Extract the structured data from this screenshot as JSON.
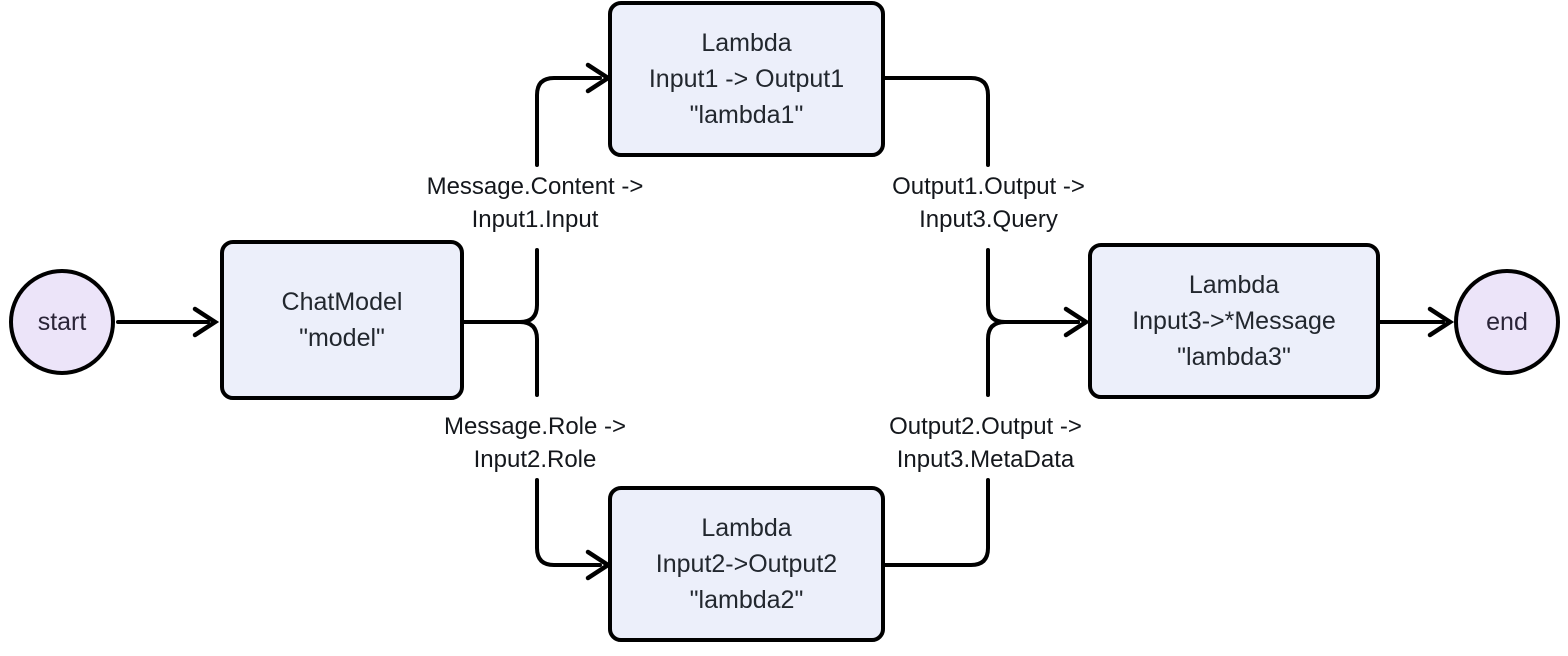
{
  "diagram": {
    "type": "flowchart",
    "direction": "left-to-right",
    "background_color": "#ffffff",
    "edge_color": "#000000",
    "node_fill": "#eceffa",
    "terminal_fill": "#ece4f9",
    "node_text_color": "#22272e",
    "nodes": [
      {
        "id": "start",
        "shape": "circle",
        "label": "start"
      },
      {
        "id": "model",
        "shape": "rounded-rect",
        "lines": [
          "ChatModel",
          "\"model\""
        ]
      },
      {
        "id": "lambda1",
        "shape": "rounded-rect",
        "lines": [
          "Lambda",
          "Input1 -> Output1",
          "\"lambda1\""
        ]
      },
      {
        "id": "lambda2",
        "shape": "rounded-rect",
        "lines": [
          "Lambda",
          "Input2->Output2",
          "\"lambda2\""
        ]
      },
      {
        "id": "lambda3",
        "shape": "rounded-rect",
        "lines": [
          "Lambda",
          "Input3->*Message",
          "\"lambda3\""
        ]
      },
      {
        "id": "end",
        "shape": "circle",
        "label": "end"
      }
    ],
    "edges": [
      {
        "id": "start-to-model",
        "from": "start",
        "to": "model",
        "label_lines": []
      },
      {
        "id": "model-to-lambda1",
        "from": "model",
        "to": "lambda1",
        "label_lines": [
          "Message.Content ->",
          "Input1.Input"
        ]
      },
      {
        "id": "model-to-lambda2",
        "from": "model",
        "to": "lambda2",
        "label_lines": [
          "Message.Role ->",
          "Input2.Role"
        ]
      },
      {
        "id": "lambda1-to-lambda3",
        "from": "lambda1",
        "to": "lambda3",
        "label_lines": [
          "Output1.Output ->",
          "Input3.Query"
        ]
      },
      {
        "id": "lambda2-to-lambda3",
        "from": "lambda2",
        "to": "lambda3",
        "label_lines": [
          "Output2.Output ->",
          "Input3.MetaData"
        ]
      },
      {
        "id": "lambda3-to-end",
        "from": "lambda3",
        "to": "end",
        "label_lines": []
      }
    ]
  },
  "text": {
    "start_label": "start",
    "end_label": "end",
    "model_line1": "ChatModel",
    "model_line2": "\"model\"",
    "lambda1_line1": "Lambda",
    "lambda1_line2": "Input1 -> Output1",
    "lambda1_line3": "\"lambda1\"",
    "lambda2_line1": "Lambda",
    "lambda2_line2": "Input2->Output2",
    "lambda2_line3": "\"lambda2\"",
    "lambda3_line1": "Lambda",
    "lambda3_line2": "Input3->*Message",
    "lambda3_line3": "\"lambda3\"",
    "edge_tl_line1": "Message.Content ->",
    "edge_tl_line2": "Input1.Input",
    "edge_bl_line1": "Message.Role ->",
    "edge_bl_line2": "Input2.Role",
    "edge_tr_line1": "Output1.Output ->",
    "edge_tr_line2": "Input3.Query",
    "edge_br_line1": "Output2.Output ->",
    "edge_br_line2": "Input3.MetaData"
  }
}
